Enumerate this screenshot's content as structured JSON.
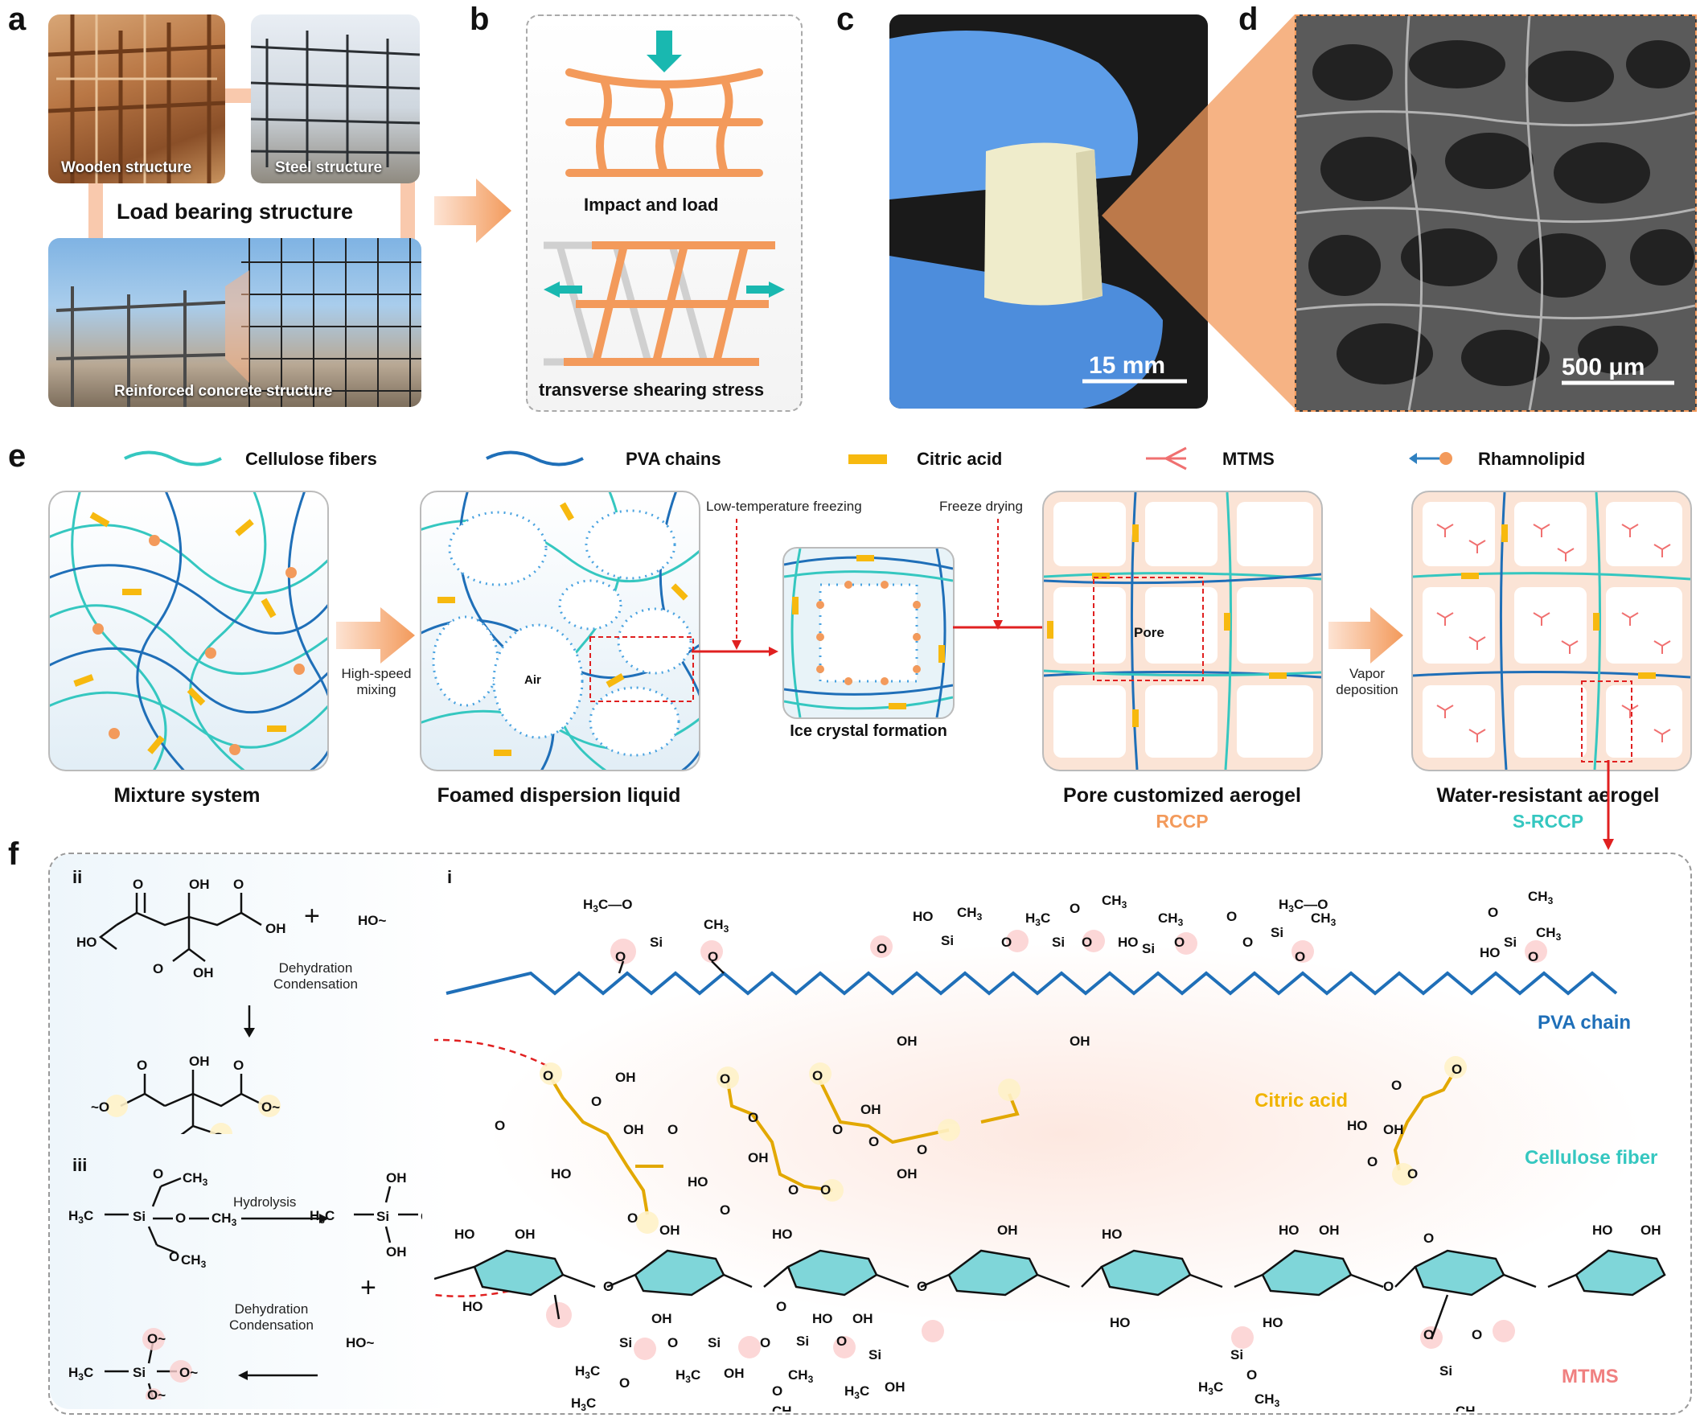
{
  "panel_letters": {
    "a": "a",
    "b": "b",
    "c": "c",
    "d": "d",
    "e": "e",
    "f": "f"
  },
  "panel_a": {
    "wooden": "Wooden structure",
    "steel": "Steel structure",
    "title": "Load bearing structure",
    "concrete": "Reinforced concrete structure"
  },
  "panel_b": {
    "top": "Impact and load",
    "bottom": "transverse shearing stress"
  },
  "panel_c": {
    "scale": "15 mm"
  },
  "panel_d": {
    "scale": "500 μm"
  },
  "legend": {
    "cellulose": "Cellulose fibers",
    "pva": "PVA chains",
    "citric": "Citric acid",
    "mtms": "MTMS",
    "rhamno": "Rhamnolipid"
  },
  "panel_e": {
    "mixture": "Mixture system",
    "high_speed": [
      "High-speed",
      "mixing"
    ],
    "foamed": "Foamed dispersion liquid",
    "air": "Air",
    "low_temp": "Low-temperature freezing",
    "ice": "Ice crystal formation",
    "freeze_drying": "Freeze drying",
    "pore": "Pore",
    "pore_aerogel": "Pore customized aerogel",
    "rccp": "RCCP",
    "vapor": [
      "Vapor",
      "deposition"
    ],
    "water": "Water-resistant aerogel",
    "srccp": "S-RCCP"
  },
  "panel_f": {
    "ii": "ii",
    "i": "i",
    "iii": "iii",
    "dehydration": "Dehydration",
    "condensation": "Condensation",
    "hydrolysis": "Hydrolysis",
    "pva_chain": "PVA chain",
    "citric_acid": "Citric acid",
    "cellulose_fiber": "Cellulose fiber",
    "mtms": "MTMS",
    "plus": "+"
  },
  "colors": {
    "orange": "#f39a5b",
    "teal": "#35c7c0",
    "pva_blue": "#1f6fb8",
    "citric_gold": "#f0b400",
    "mtms_red": "#f08080",
    "arrow_cyan": "#19b8b0",
    "red_arrow": "#e02020"
  }
}
